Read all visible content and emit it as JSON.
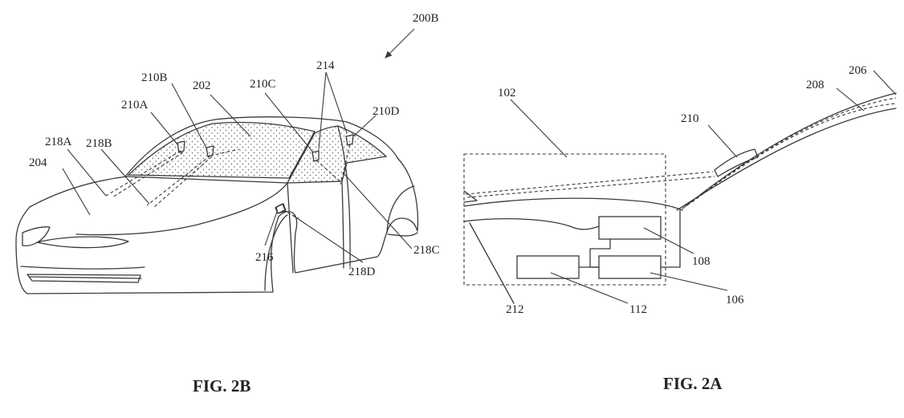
{
  "fig_2b": {
    "caption": "FIG. 2B",
    "labels": {
      "l200b": "200B",
      "l202": "202",
      "l204": "204",
      "l210a": "210A",
      "l210b": "210B",
      "l210c": "210C",
      "l210d": "210D",
      "l214": "214",
      "l216": "216",
      "l218a": "218A",
      "l218b": "218B",
      "l218c": "218C",
      "l218d": "218D"
    }
  },
  "fig_2a": {
    "caption": "FIG. 2A",
    "labels": {
      "l102": "102",
      "l106": "106",
      "l108": "108",
      "l112": "112",
      "l206": "206",
      "l208": "208",
      "l210": "210",
      "l212": "212"
    }
  }
}
